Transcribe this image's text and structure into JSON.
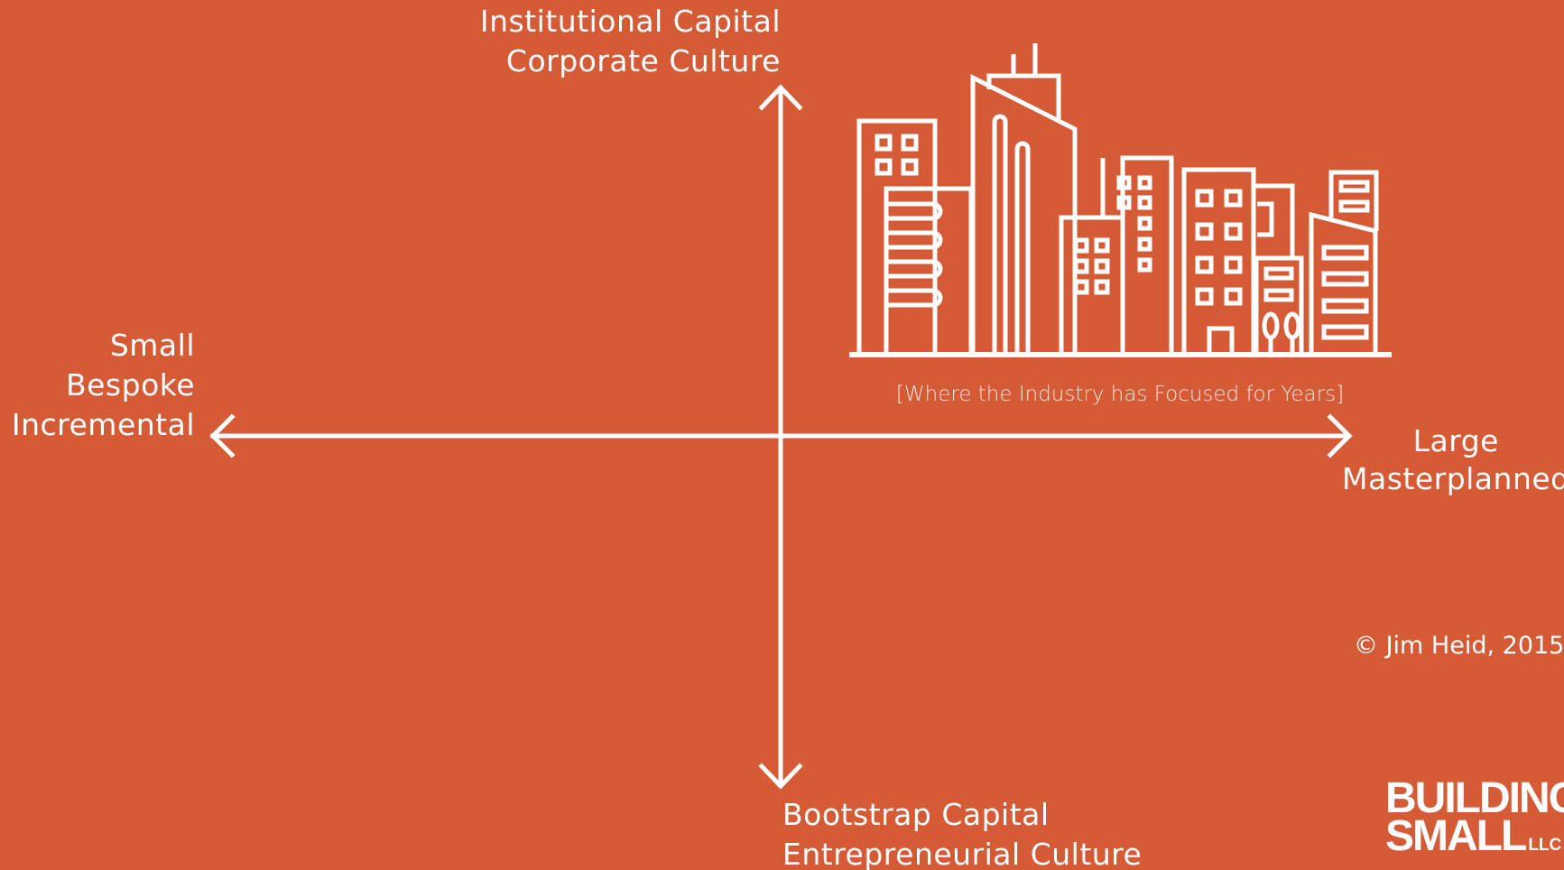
{
  "axes": {
    "top": [
      "Institutional Capital",
      "Corporate Culture"
    ],
    "bottom": [
      "Bootstrap Capital",
      "Entrepreneurial Culture"
    ],
    "left": [
      "Small",
      "Bespoke",
      "Incremental"
    ],
    "right": [
      "Large",
      "Masterplanned"
    ]
  },
  "caption": "[Where the Industry has Focused for Years]",
  "copyright": "© Jim Heid, 2015",
  "logo": {
    "line1": "BUILDING",
    "line2": "SMALL",
    "suffix": "LLC"
  },
  "colors": {
    "background": "#D55A36",
    "foreground": "#FFFFFF"
  },
  "icons": {
    "skyline": "city-skyline-icon"
  }
}
